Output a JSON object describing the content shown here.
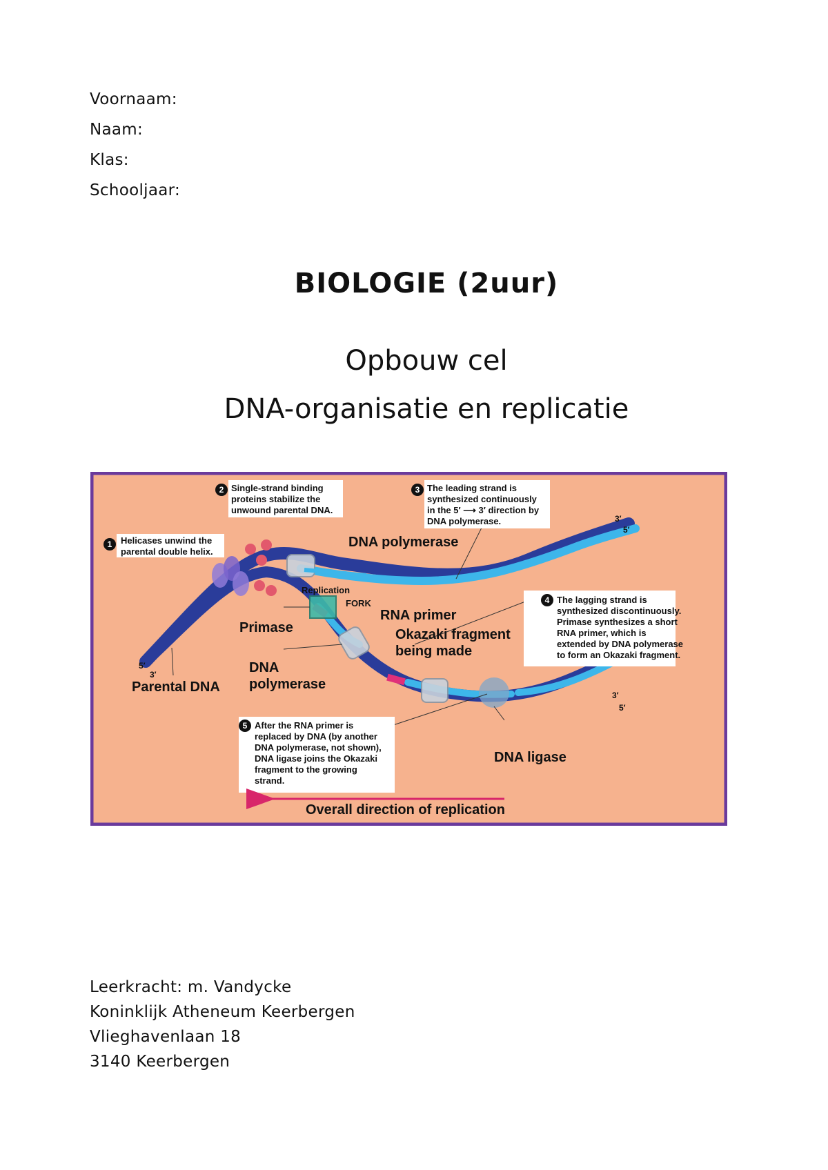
{
  "student_fields": {
    "first_name": "Voornaam:",
    "name": "Naam:",
    "class": "Klas:",
    "school_year": "Schooljaar:"
  },
  "title": "BIOLOGIE (2uur)",
  "subtitle_1": "Opbouw cel",
  "subtitle_2": "DNA-organisatie en replicatie",
  "figure": {
    "note1": [
      "Helicases unwind the",
      "parental double helix."
    ],
    "note2": [
      "Single-strand binding",
      "proteins stabilize the",
      "unwound parental DNA."
    ],
    "note3": [
      "The leading strand is",
      "synthesized continuously",
      "in the 5′ ⟶ 3′ direction by",
      "DNA polymerase."
    ],
    "note4": [
      "The lagging strand is",
      "synthesized discontinuously.",
      "Primase synthesizes a short",
      "RNA primer, which is",
      "extended by DNA polymerase",
      "to form an Okazaki fragment."
    ],
    "note5": [
      "After the RNA primer is",
      "replaced by DNA (by another",
      "DNA polymerase, not shown),",
      "DNA ligase joins the Okazaki",
      "fragment to the growing",
      "strand."
    ],
    "numbers": [
      "1",
      "2",
      "3",
      "4",
      "5"
    ],
    "label_dna_polymerase_top": "DNA polymerase",
    "label_replication": "Replication",
    "label_fork": "FORK",
    "label_rna_primer": "RNA primer",
    "label_primase": "Primase",
    "label_okazaki_1": "Okazaki fragment",
    "label_okazaki_2": "being made",
    "label_dna_poly_1": "DNA",
    "label_dna_poly_2": "polymerase",
    "label_parental_dna": "Parental DNA",
    "label_dna_ligase": "DNA ligase",
    "label_direction": "Overall direction of replication",
    "end_5": "5′",
    "end_3": "3′",
    "colors": {
      "frame": "#6a3a9c",
      "background": "#f6b28e",
      "parental_strand": "#2a3c9a",
      "new_strand": "#3db6ea",
      "primer": "#e0307a",
      "arrow": "#d8266a"
    }
  },
  "footer": {
    "teacher": "Leerkracht: m. Vandycke",
    "school": "Koninklijk Atheneum Keerbergen",
    "street": "Vlieghavenlaan 18",
    "city": "3140 Keerbergen"
  }
}
